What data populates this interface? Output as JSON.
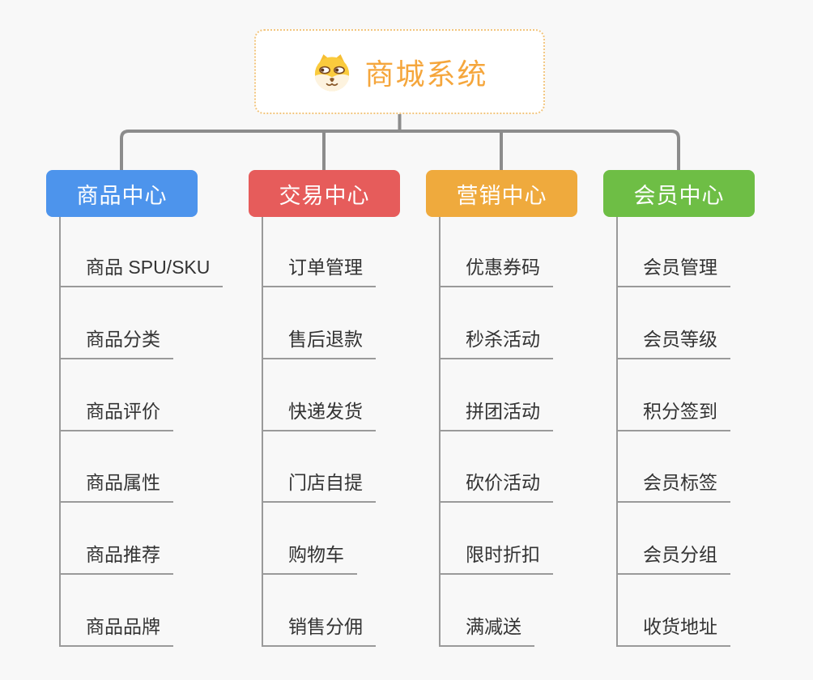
{
  "root": {
    "title": "商城系统",
    "title_color": "#F5A63C",
    "icon": "dog-face-icon"
  },
  "branches": [
    {
      "id": "product-center",
      "label": "商品中心",
      "color": "#4D94EC",
      "children": [
        "商品 SPU/SKU",
        "商品分类",
        "商品评价",
        "商品属性",
        "商品推荐",
        "商品品牌"
      ]
    },
    {
      "id": "trade-center",
      "label": "交易中心",
      "color": "#E65C5B",
      "children": [
        "订单管理",
        "售后退款",
        "快递发货",
        "门店自提",
        "购物车",
        "销售分佣"
      ]
    },
    {
      "id": "marketing-center",
      "label": "营销中心",
      "color": "#EFAA3D",
      "children": [
        "优惠券码",
        "秒杀活动",
        "拼团活动",
        "砍价活动",
        "限时折扣",
        "满减送"
      ]
    },
    {
      "id": "member-center",
      "label": "会员中心",
      "color": "#6EBE45",
      "children": [
        "会员管理",
        "会员等级",
        "积分签到",
        "会员标签",
        "会员分组",
        "收货地址"
      ]
    }
  ],
  "colors": {
    "connector": "#8C8C8C",
    "child_line": "#9A9A9A",
    "leaf_text": "#333333",
    "background": "#F8F8F8",
    "root_border": "#F2C57E"
  }
}
